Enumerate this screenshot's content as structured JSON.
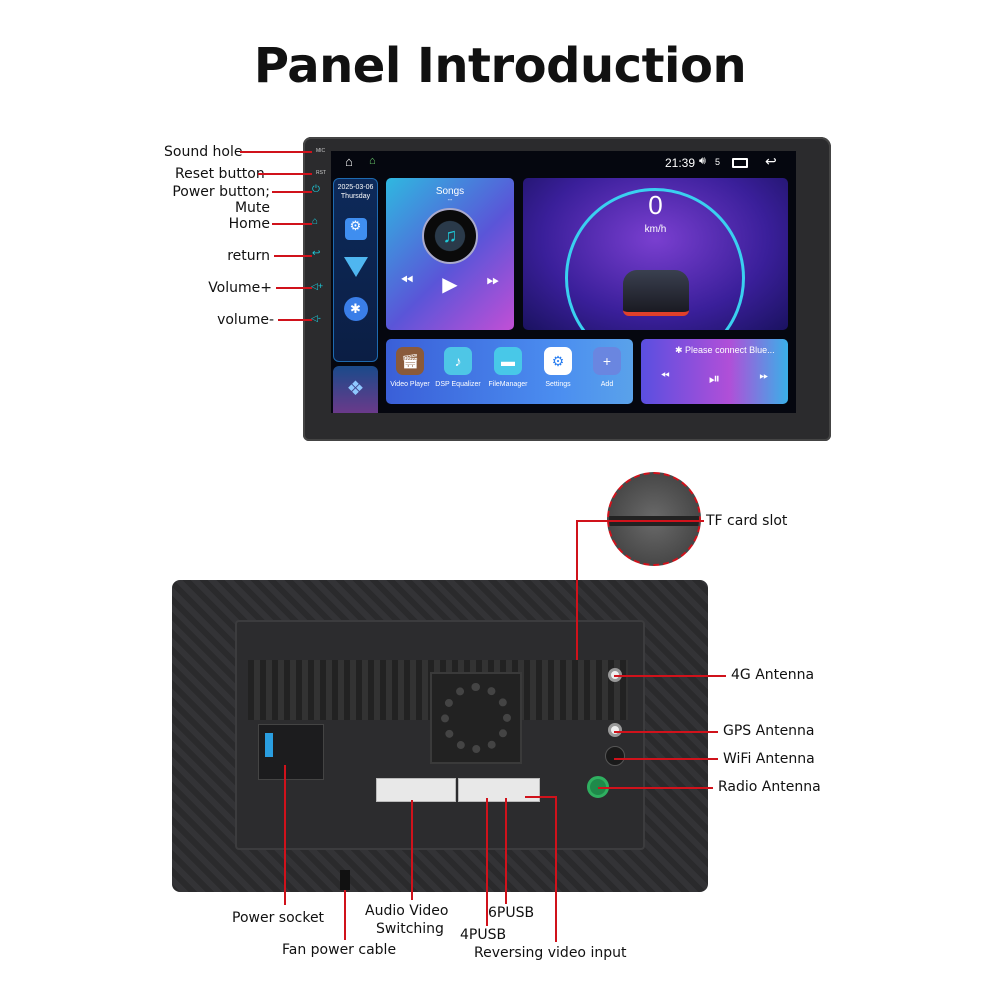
{
  "title": "Panel Introduction",
  "front_labels": {
    "sound_hole": "Sound hole",
    "reset": "Reset button",
    "power": "Power button;",
    "mute": "Mute",
    "home": "Home",
    "return": "return",
    "volume_up": "Volume+",
    "volume_down": "volume-"
  },
  "bezel_marks": {
    "mic": "MIC",
    "rst": "RST"
  },
  "screen": {
    "status": {
      "time": "21:39",
      "volume": "5"
    },
    "sidebar": {
      "date": "2025-03-06",
      "day": "Thursday"
    },
    "songs": {
      "title": "Songs",
      "subtitle": "--"
    },
    "speed": {
      "value": "0",
      "unit": "km/h"
    },
    "apps": [
      {
        "label": "Video Player",
        "icon": "clapper-icon",
        "color": "#8a5a3a"
      },
      {
        "label": "DSP Equalizer",
        "icon": "equalizer-icon",
        "color": "#4ec6e6"
      },
      {
        "label": "FileManager",
        "icon": "folder-icon",
        "color": "#48c8e8"
      },
      {
        "label": "Settings",
        "icon": "gear-icon",
        "color": "#ffffff"
      },
      {
        "label": "Add",
        "icon": "plus-icon",
        "color": "#6a86e0"
      }
    ],
    "bluetooth": {
      "text": "Please connect Blue..."
    }
  },
  "back_labels": {
    "tf": "TF card slot",
    "g4": "4G Antenna",
    "gps": "GPS Antenna",
    "wifi": "WiFi Antenna",
    "radio": "Radio Antenna",
    "power_socket": "Power socket",
    "fan": "Fan power cable",
    "av1": "Audio Video",
    "av2": "Switching",
    "usb6": "6PUSB",
    "usb4": "4PUSB",
    "reverse": "Reversing video input"
  },
  "colors": {
    "leader_line": "#d0121b",
    "accent": "#1fc8d8"
  }
}
